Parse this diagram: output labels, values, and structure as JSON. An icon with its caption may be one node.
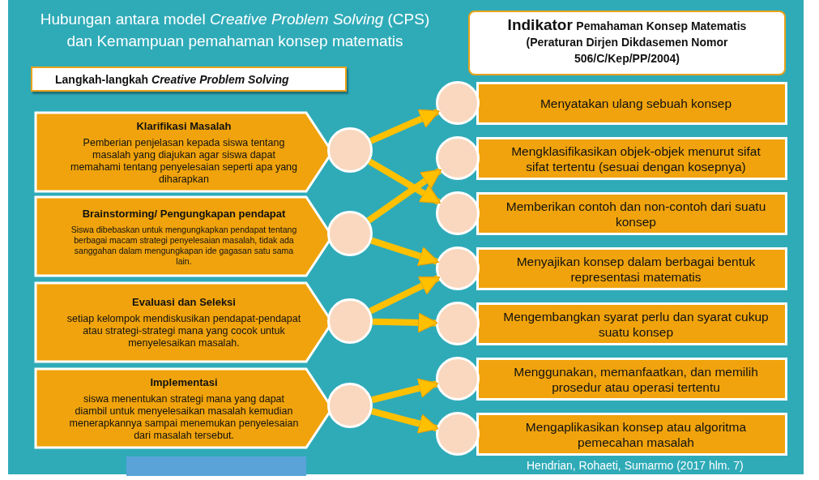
{
  "diagram": {
    "title": "Hubungan antara model *Creative Problem Solving* (CPS) dan Kemampuan pemahaman konsep matematis",
    "nodes": [
      {
        "text": [
          "Langkah-langkah *Creative Problem Solving*"
        ]
      },
      {
        "text": [
          "Indikator",
          "Pemahaman Konsep Matematis (Peraturan Dirjen Dikdasemen Nomor 506/C/Kep/PP/2004)"
        ]
      },
      {
        "text": [
          "Klarifikasi Masalah",
          "Pemberian penjelasan kepada siswa tentang masalah yang diajukan agar siswa dapat memahami tentang penyelesaian seperti apa yang diharapkan"
        ]
      },
      {
        "text": [
          "Brainstorming/ Pengungkapan pendapat",
          "Siswa dibebaskan untuk mengungkapkan pendapat tentang berbagai macam strategi penyelesaian masalah, tidak ada sanggahan dalam mengungkapan ide gagasan satu sama lain."
        ]
      },
      {
        "text": [
          "Evaluasi dan Seleksi",
          "setiap kelompok mendiskusikan pendapat-pendapat atau strategi-strategi mana yang cocok untuk menyelesaikan masalah."
        ]
      },
      {
        "text": [
          "Implementasi",
          "siswa menentukan strategi mana yang dapat diambil untuk menyelesaikan masalah kemudian menerapkannya sampai menemukan penyelesaian dari masalah tersebut."
        ]
      },
      {
        "text": [],
        "shape": "circle"
      },
      {
        "text": [],
        "shape": "circle"
      },
      {
        "text": [],
        "shape": "circle"
      },
      {
        "text": [],
        "shape": "circle"
      },
      {
        "text": [],
        "shape": "circle"
      },
      {
        "text": [],
        "shape": "circle"
      },
      {
        "text": [],
        "shape": "circle"
      },
      {
        "text": [],
        "shape": "circle"
      },
      {
        "text": [],
        "shape": "circle"
      },
      {
        "text": [],
        "shape": "circle"
      },
      {
        "text": [],
        "shape": "circle"
      },
      {
        "text": [
          "Menyatakan ulang sebuah konsep"
        ]
      },
      {
        "text": [
          "Mengklasifikasikan objek-objek menurut sifat sifat tertentu (sesuai dengan kosepnya)"
        ]
      },
      {
        "text": [
          "Memberikan contoh dan non-contoh dari suatu konsep"
        ]
      },
      {
        "text": [
          "Menyajikan konsep dalam berbagai bentuk representasi matematis"
        ]
      },
      {
        "text": [
          "Mengembangkan syarat perlu dan syarat cukup suatu konsep"
        ]
      },
      {
        "text": [
          "Menggunakan, memanfaatkan, dan memilih prosedur atau operasi tertentu"
        ]
      },
      {
        "text": [
          "Mengaplikasikan konsep atau algoritma pemecahan masalah"
        ]
      }
    ],
    "edges": [
      {
        "from": 6,
        "to": 10,
        "arrow": "to"
      },
      {
        "from": 6,
        "to": 12,
        "arrow": "to"
      },
      {
        "from": 7,
        "to": 11,
        "arrow": "to"
      },
      {
        "from": 7,
        "to": 13,
        "arrow": "to"
      },
      {
        "from": 8,
        "to": 13,
        "arrow": "to"
      },
      {
        "from": 8,
        "to": 14,
        "arrow": "to"
      },
      {
        "from": 9,
        "to": 15,
        "arrow": "to"
      },
      {
        "from": 9,
        "to": 16,
        "arrow": "to"
      }
    ],
    "labels": [
      "Hendrian, Rohaeti, Sumarmo (2017 hlm. 7)"
    ]
  }
}
